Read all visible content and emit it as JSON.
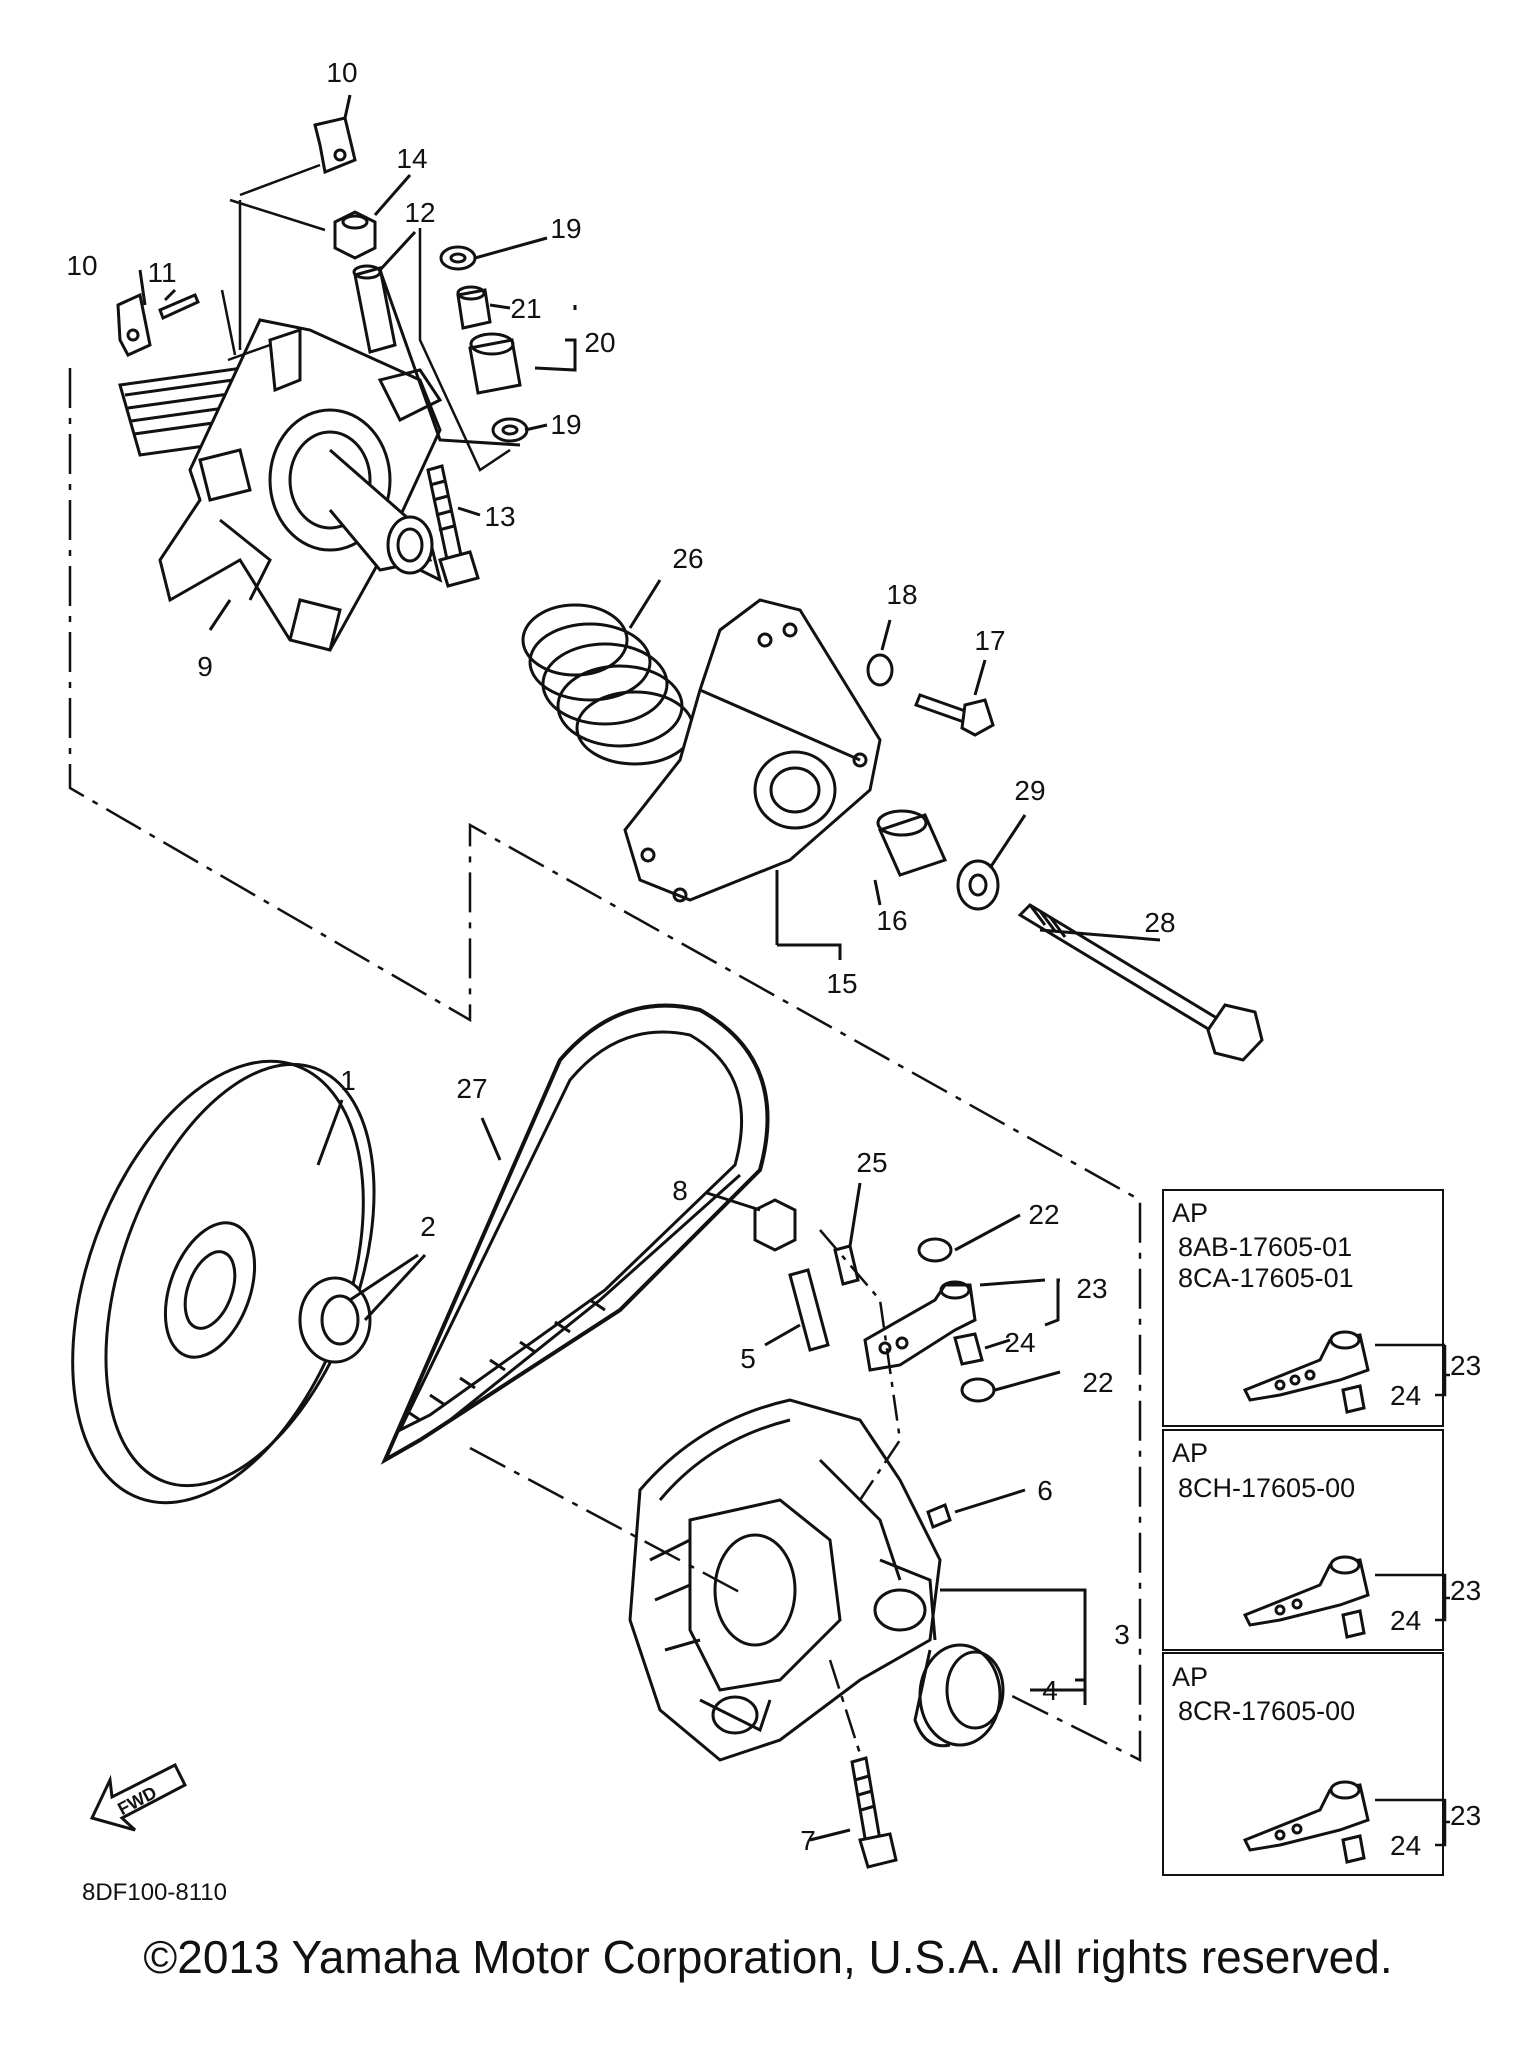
{
  "diagram": {
    "drawing_code": "8DF100-8110",
    "fwd_label": "FWD",
    "callouts": {
      "n1": "1",
      "n2": "2",
      "n3": "3",
      "n4": "4",
      "n5": "5",
      "n6": "6",
      "n7": "7",
      "n8": "8",
      "n9": "9",
      "n10a": "10",
      "n10b": "10",
      "n11": "11",
      "n12": "12",
      "n13": "13",
      "n14": "14",
      "n15": "15",
      "n16": "16",
      "n17": "17",
      "n18": "18",
      "n19a": "19",
      "n19b": "19",
      "n20": "20",
      "n21": "21",
      "n22a": "22",
      "n22b": "22",
      "n23": "23",
      "n24": "24",
      "n25": "25",
      "n26": "26",
      "n27": "27",
      "n28": "28",
      "n29": "29"
    },
    "ap_boxes": [
      {
        "label": "AP",
        "codes": [
          "8AB-17605-01",
          "8CA-17605-01"
        ],
        "n23": "23",
        "n24": "24"
      },
      {
        "label": "AP",
        "codes": [
          "8CH-17605-00"
        ],
        "n23": "23",
        "n24": "24"
      },
      {
        "label": "AP",
        "codes": [
          "8CR-17605-00"
        ],
        "n23": "23",
        "n24": "24"
      }
    ]
  },
  "copyright": "©2013 Yamaha Motor Corporation, U.S.A. All rights reserved."
}
